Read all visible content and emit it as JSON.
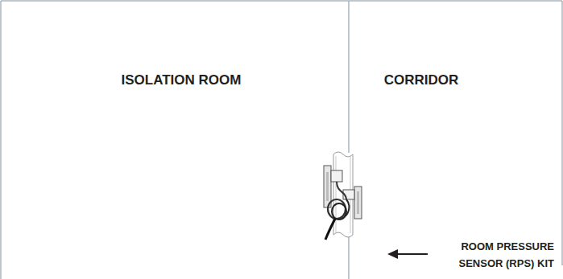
{
  "diagram": {
    "labels": [
      "ISOLATION ROOM",
      "CORRIDOR",
      "ROOM PRESSURE SENSOR (RPS) KIT"
    ]
  }
}
